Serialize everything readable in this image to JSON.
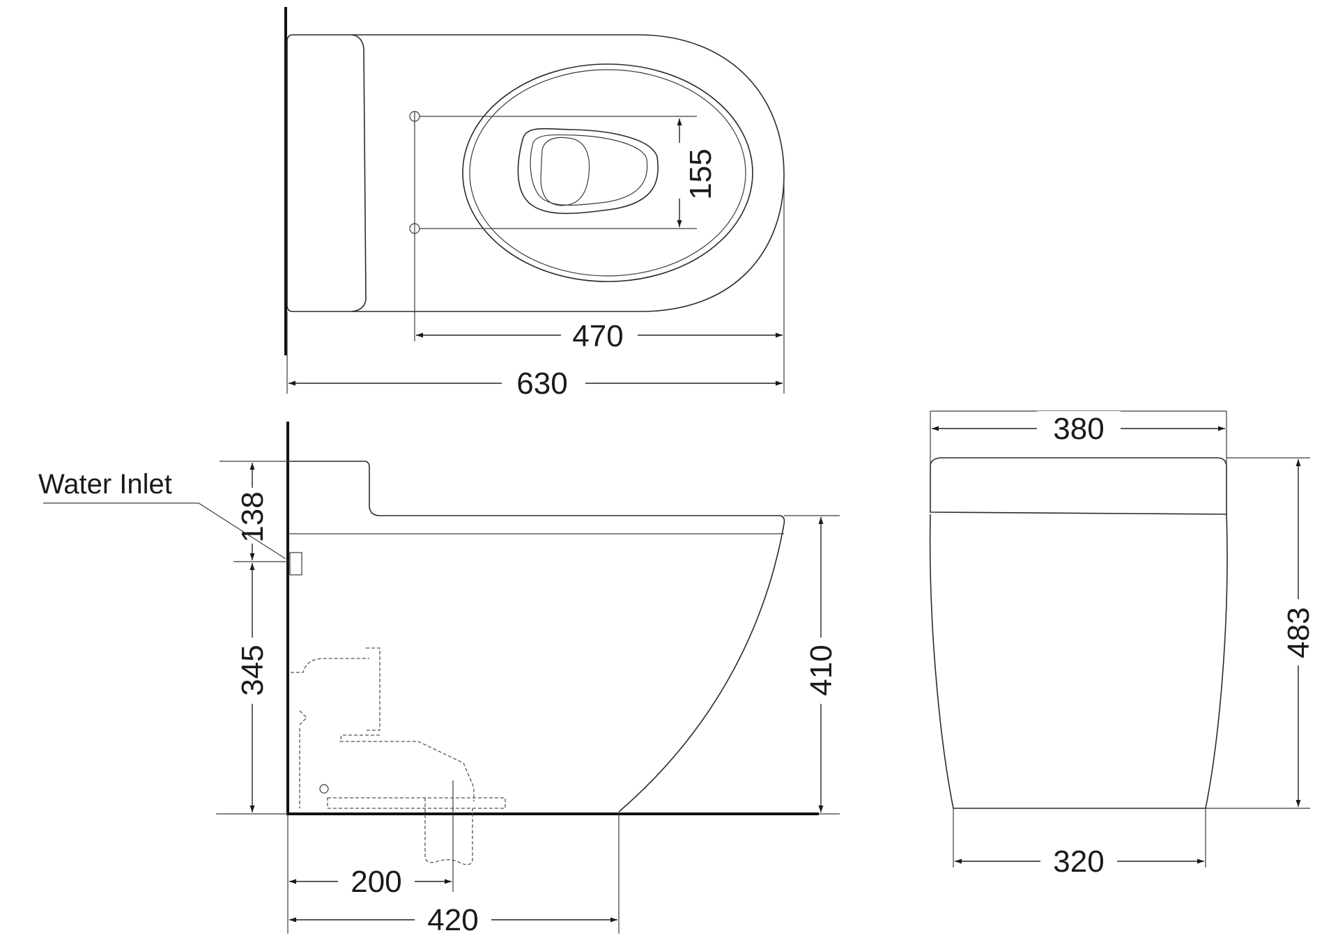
{
  "labels": {
    "water_inlet": "Water Inlet"
  },
  "dimensions": {
    "top_total_depth": "630",
    "top_fix_to_front": "470",
    "top_bolt_spacing": "155",
    "side_tank_height": "138",
    "side_inlet_height": "345",
    "side_rim_height": "410",
    "side_outlet_setback": "200",
    "side_footprint_depth": "420",
    "front_top_width": "380",
    "front_base_width": "320",
    "front_total_height": "483"
  }
}
